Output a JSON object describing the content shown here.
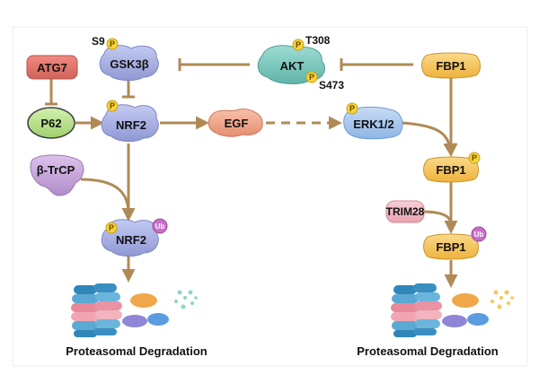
{
  "nodes": {
    "atg7": "ATG7",
    "gsk3b": "GSK3β",
    "s9": "S9",
    "akt": "AKT",
    "t308": "T308",
    "s473": "S473",
    "fbp1_top": "FBP1",
    "p62": "P62",
    "nrf2": "NRF2",
    "egf": "EGF",
    "erk": "ERK1/2",
    "fbp1_p": "FBP1",
    "btrcp": "β-TrCP",
    "trim28": "TRIM28",
    "nrf2_ub": "NRF2",
    "fbp1_ub": "FBP1"
  },
  "badges": {
    "phospho": "P",
    "ubiquitin": "Ub"
  },
  "captions": {
    "left": "Proteasomal Degradation",
    "right": "Proteasomal Degradation"
  },
  "colors": {
    "arrow": "#b08a55",
    "red_node": "#e0776d",
    "purple_node": "#aab3e0",
    "teal_node": "#7cc8bf",
    "green_node": "#b7e08c",
    "salmon_node": "#f0a98e",
    "blue_node": "#a9c9ee",
    "yellow_node": "#f6c65b",
    "lavender_node": "#c8a8dc",
    "pink_node": "#f3b9c4",
    "phospho_badge": "#f7d33a",
    "ub_badge": "#c86fc9"
  }
}
